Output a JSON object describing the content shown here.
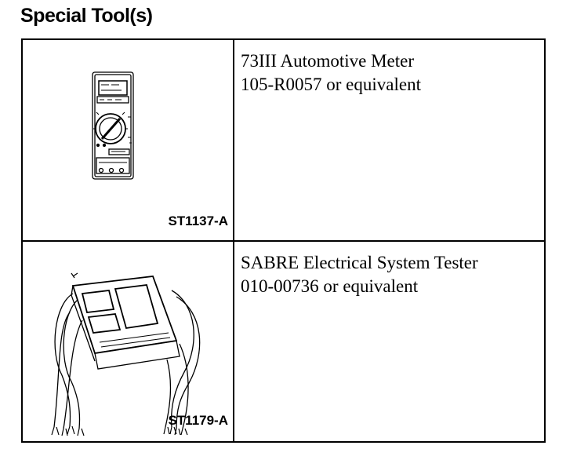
{
  "heading": "Special Tool(s)",
  "tools": [
    {
      "name": "73III Automotive Meter",
      "part": "105-R0057 or equivalent",
      "code": "ST1137-A",
      "icon": "multimeter-illustration"
    },
    {
      "name": "SABRE Electrical System Tester",
      "part": "010-00736 or equivalent",
      "code": "ST1179-A",
      "icon": "system-tester-illustration"
    }
  ]
}
